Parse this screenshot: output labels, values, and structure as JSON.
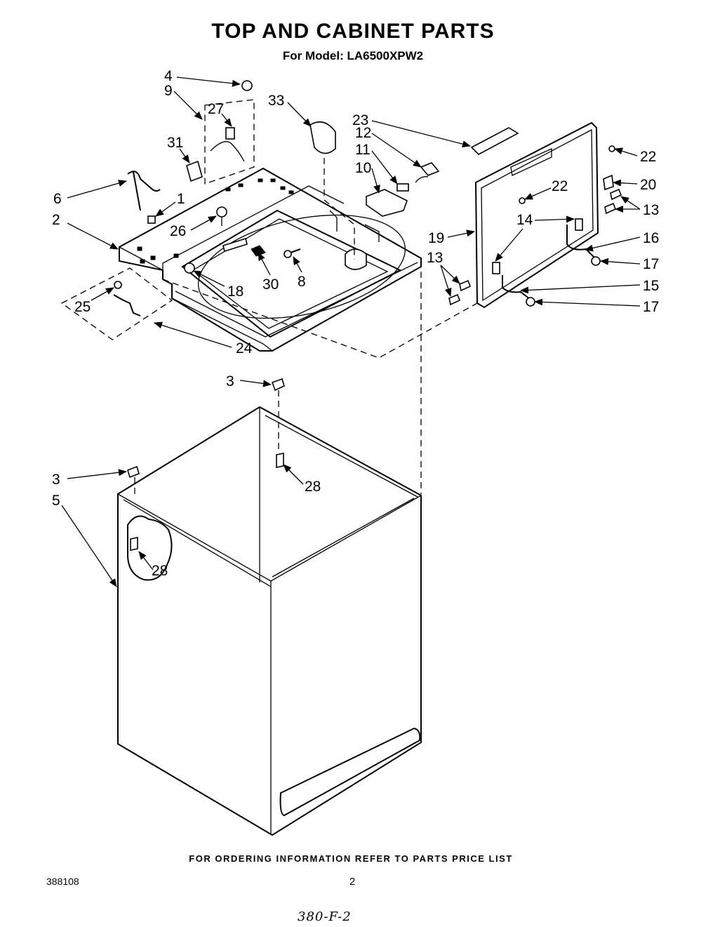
{
  "title": "TOP AND CABINET PARTS",
  "model": "For Model: LA6500XPW2",
  "footer": "FOR ORDERING INFORMATION REFER TO PARTS PRICE LIST",
  "doc_number": "388108",
  "page_number": "2",
  "handwritten_note": "380-F-2",
  "callouts": {
    "c4": "4",
    "c9": "9",
    "c27": "27",
    "c31": "31",
    "c6": "6",
    "c1": "1",
    "c2": "2",
    "c26": "26",
    "c33": "33",
    "c23": "23",
    "c12": "12",
    "c11": "11",
    "c10": "10",
    "c22a": "22",
    "c22b": "22",
    "c20": "20",
    "c13a": "13",
    "c14": "14",
    "c16": "16",
    "c19": "19",
    "c13b": "13",
    "c17a": "17",
    "c15": "15",
    "c17b": "17",
    "c25": "25",
    "c18": "18",
    "c30": "30",
    "c8": "8",
    "c24": "24",
    "c3a": "3",
    "c28a": "28",
    "c3b": "3",
    "c5": "5",
    "c28b": "28"
  }
}
